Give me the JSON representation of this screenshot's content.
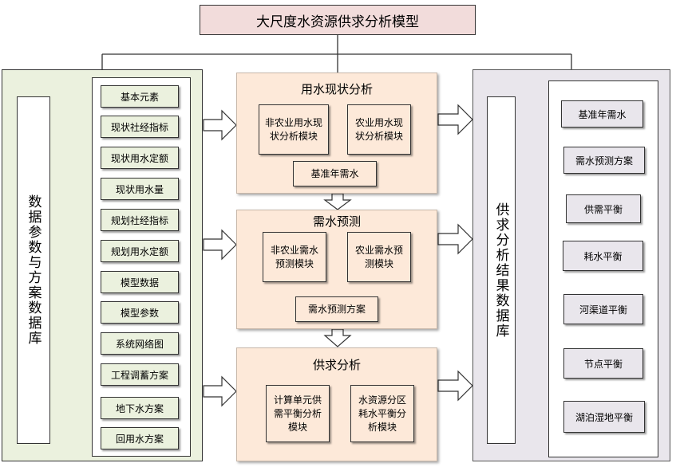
{
  "title": "大尺度水资源供求分析模型",
  "left_db": {
    "label": "数据参数与方案数据库",
    "items": [
      "基本元素",
      "现状社经指标",
      "现状用水定额",
      "现状用水量",
      "规划社经指标",
      "规划用水定额",
      "模型数据",
      "模型参数",
      "系统网络图",
      "工程调蓄方案",
      "地下水方案",
      "回用水方案"
    ]
  },
  "middle": {
    "current": {
      "title": "用水现状分析",
      "box1": "非农业用水现状分析模块",
      "box2": "农业用水现状分析模块",
      "result": "基准年需水"
    },
    "forecast": {
      "title": "需水预测",
      "box1": "非农业需水预测模块",
      "box2": "农业需水预测模块",
      "result": "需水预测方案"
    },
    "balance": {
      "title": "供求分析",
      "box1": "计算单元供需平衡分析模块",
      "box2": "水资源分区耗水平衡分析模块"
    }
  },
  "right_db": {
    "label": "供求分析结果数据库",
    "items": [
      "基准年需水",
      "需水预测方案",
      "供需平衡",
      "耗水平衡",
      "河渠道平衡",
      "节点平衡",
      "湖泊湿地平衡"
    ]
  }
}
